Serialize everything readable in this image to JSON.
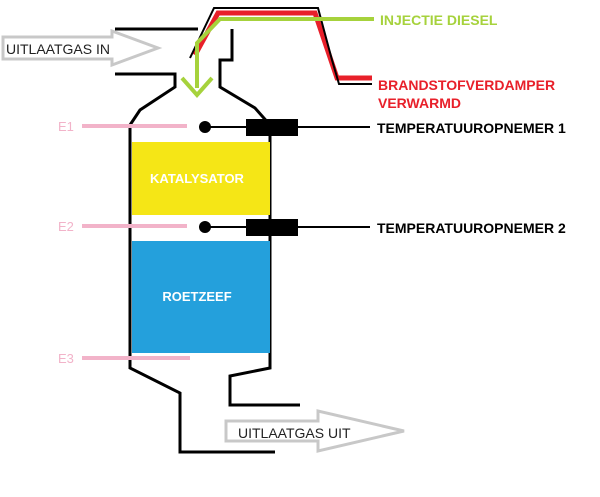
{
  "labels": {
    "inlet": "UITLAATGAS IN",
    "outlet": "UITLAATGAS UIT",
    "injection": "INJECTIE DIESEL",
    "vaporizer_line1": "BRANDSTOFVERDAMPER",
    "vaporizer_line2": "VERWARMD",
    "sensor1": "TEMPERATUUROPNEMER 1",
    "sensor2": "TEMPERATUUROPNEMER 2",
    "catalyst": "KATALYSATOR",
    "filter": "ROETZEEF",
    "e1": "E1",
    "e2": "E2",
    "e3": "E3"
  },
  "colors": {
    "outline": "#000000",
    "catalyst": "#f5e616",
    "filter": "#24a0dc",
    "diesel": "#a6d23c",
    "vaporizer": "#e8202a",
    "electrode": "#f2b3c9",
    "arrow_fill": "#ffffff",
    "arrow_stroke": "#c8c8c8",
    "block_text": "#ffffff"
  }
}
